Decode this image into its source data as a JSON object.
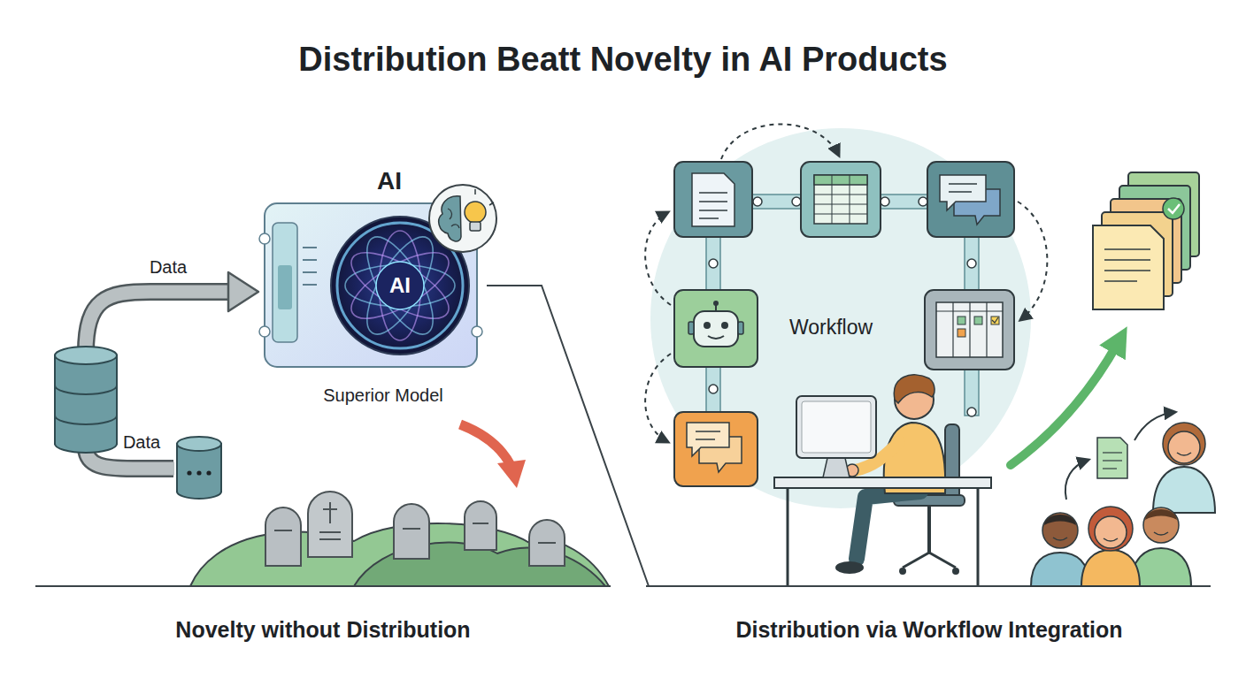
{
  "diagram": {
    "title": "Distribution Beatt Novelty in AI Products",
    "nodes": [
      {
        "text": [
          "AI",
          "Superior Model"
        ]
      },
      {
        "text": [
          "AI"
        ],
        "in": 0
      },
      {
        "text": [
          "Workflow"
        ]
      }
    ],
    "labels": [
      "Data",
      "Data",
      "Novelty without Distribution",
      "Distribution via Workflow Integration"
    ]
  }
}
